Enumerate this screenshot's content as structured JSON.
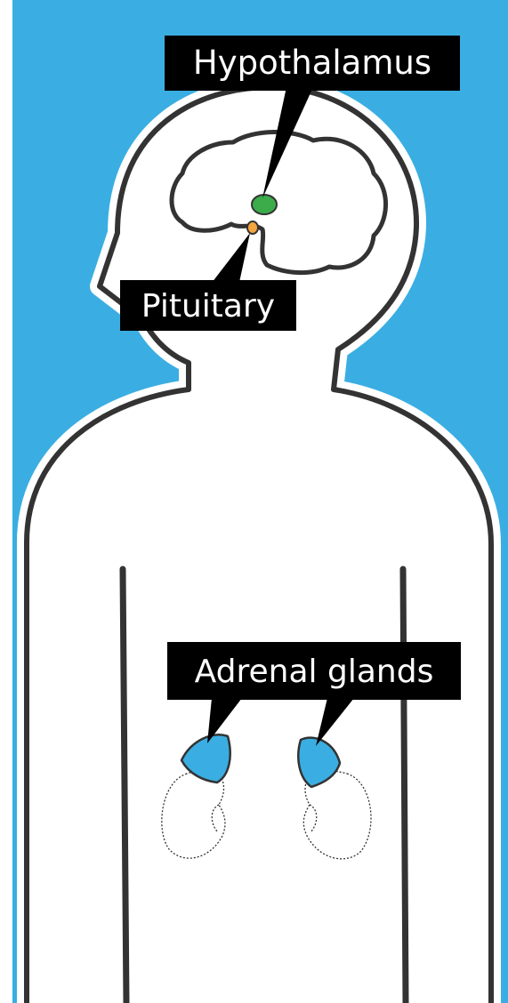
{
  "colors": {
    "background": "#3aaee2",
    "body_fill": "#ffffff",
    "outline": "#333333",
    "hypothalamus": "#3cab4a",
    "pituitary": "#f4a540",
    "adrenal": "#3aaee2",
    "label_bg": "#000000",
    "label_text": "#ffffff"
  },
  "labels": {
    "hypothalamus": "Hypothalamus",
    "pituitary": "Pituitary",
    "adrenal": "Adrenal glands"
  },
  "icons": {
    "figure": "human-body-outline-icon",
    "brain": "brain-icon",
    "kidney": "kidney-icon"
  }
}
